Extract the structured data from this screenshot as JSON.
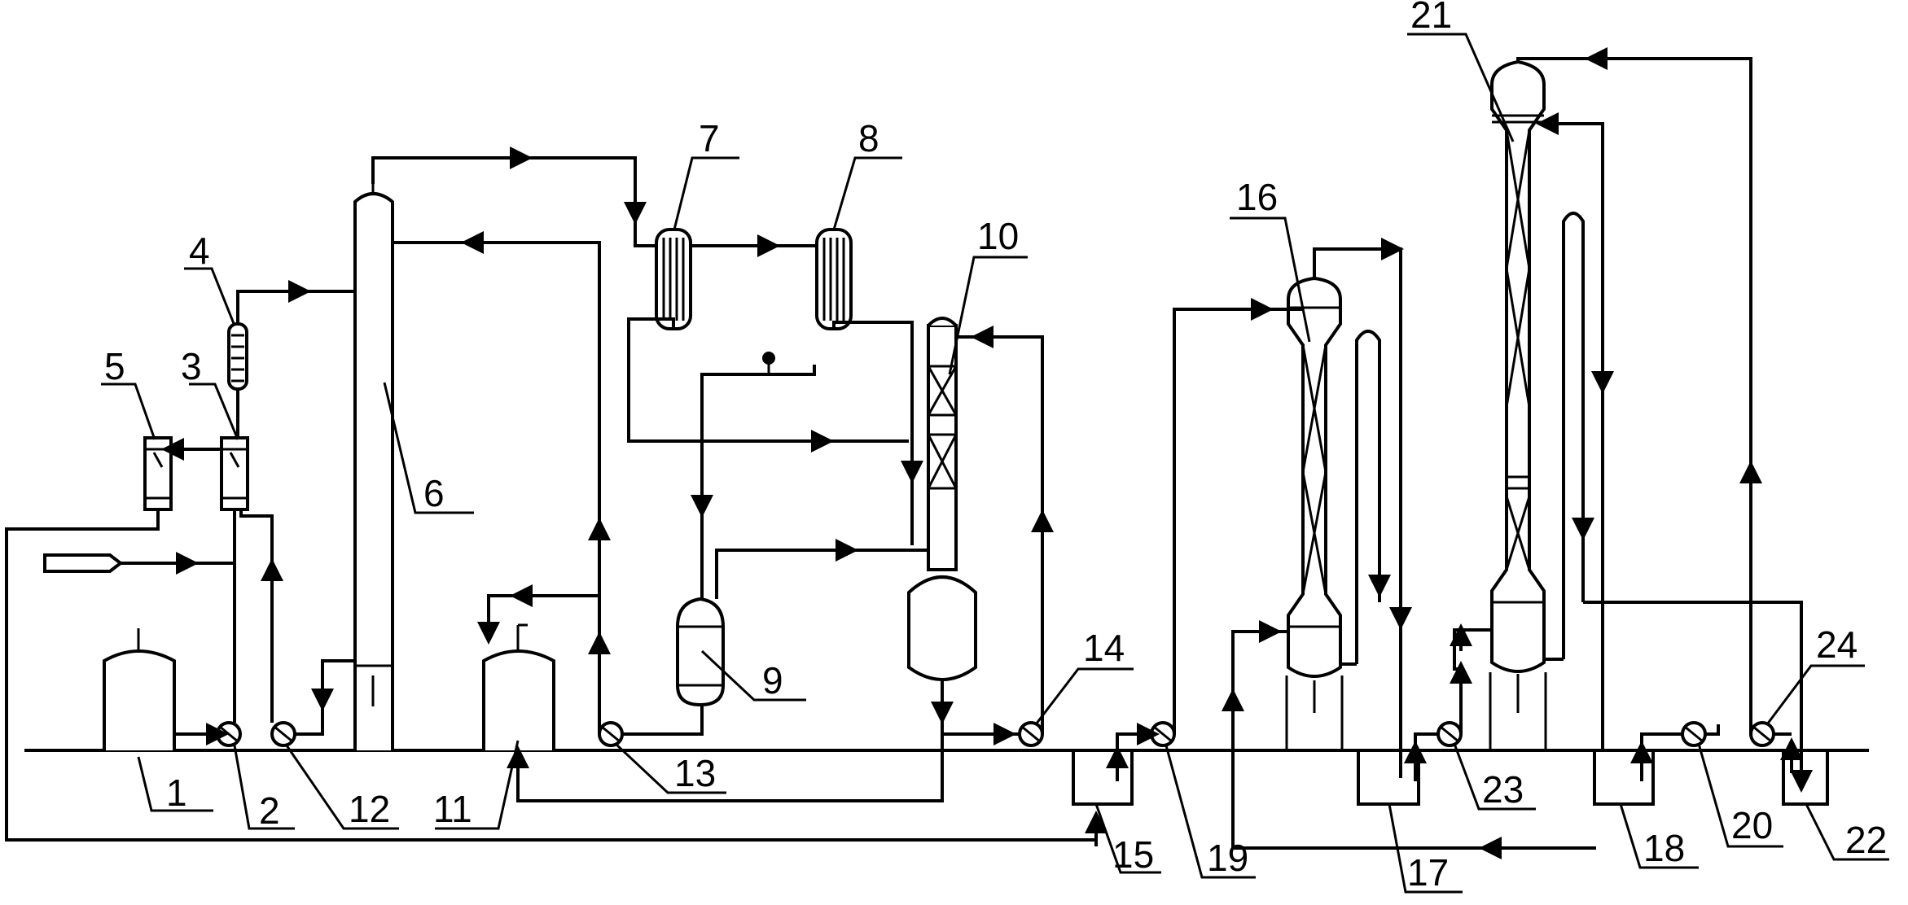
{
  "diagram": {
    "labels": [
      {
        "id": "1",
        "text": "1"
      },
      {
        "id": "2",
        "text": "2"
      },
      {
        "id": "3",
        "text": "3"
      },
      {
        "id": "4",
        "text": "4"
      },
      {
        "id": "5",
        "text": "5"
      },
      {
        "id": "6",
        "text": "6"
      },
      {
        "id": "7",
        "text": "7"
      },
      {
        "id": "8",
        "text": "8"
      },
      {
        "id": "9",
        "text": "9"
      },
      {
        "id": "10",
        "text": "10"
      },
      {
        "id": "11",
        "text": "11"
      },
      {
        "id": "12",
        "text": "12"
      },
      {
        "id": "13",
        "text": "13"
      },
      {
        "id": "14",
        "text": "14"
      },
      {
        "id": "15",
        "text": "15"
      },
      {
        "id": "16",
        "text": "16"
      },
      {
        "id": "17",
        "text": "17"
      },
      {
        "id": "18",
        "text": "18"
      },
      {
        "id": "19",
        "text": "19"
      },
      {
        "id": "20",
        "text": "20"
      },
      {
        "id": "21",
        "text": "21"
      },
      {
        "id": "22",
        "text": "22"
      },
      {
        "id": "23",
        "text": "23"
      },
      {
        "id": "24",
        "text": "24"
      }
    ]
  }
}
